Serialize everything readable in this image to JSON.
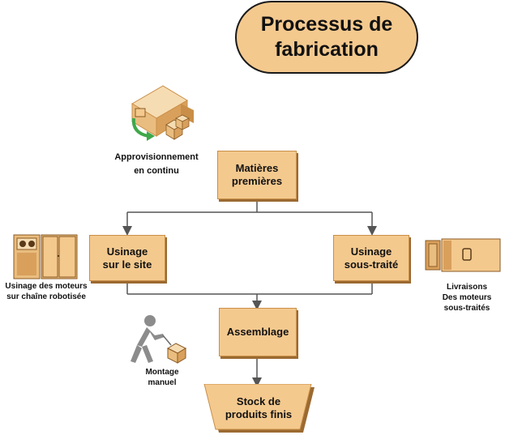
{
  "title": "Processus de\nfabrication",
  "nodes": {
    "raw_materials": "Matières\npremières",
    "onsite_machining": "Usinage\nsur le site",
    "subcontracted_machining": "Usinage\nsous-traité",
    "assembly": "Assemblage",
    "finished_stock": "Stock de\nproduits finis"
  },
  "annotations": {
    "supply": "Approvisionnement\nen continu",
    "robotic": "Usinage des moteurs\nsur chaîne robotisée",
    "deliveries": "Livraisons\nDes moteurs\nsous-traités",
    "manual": "Montage\nmanuel"
  },
  "icons": {
    "supply": "delivery-truck-icon",
    "robotic": "robotic-machine-icon",
    "deliveries": "delivery-truck-icon",
    "manual": "worker-carrying-box-icon"
  },
  "colors": {
    "box_fill": "#f4c98e",
    "box_shadow": "#9b6a31",
    "line": "#555555"
  }
}
